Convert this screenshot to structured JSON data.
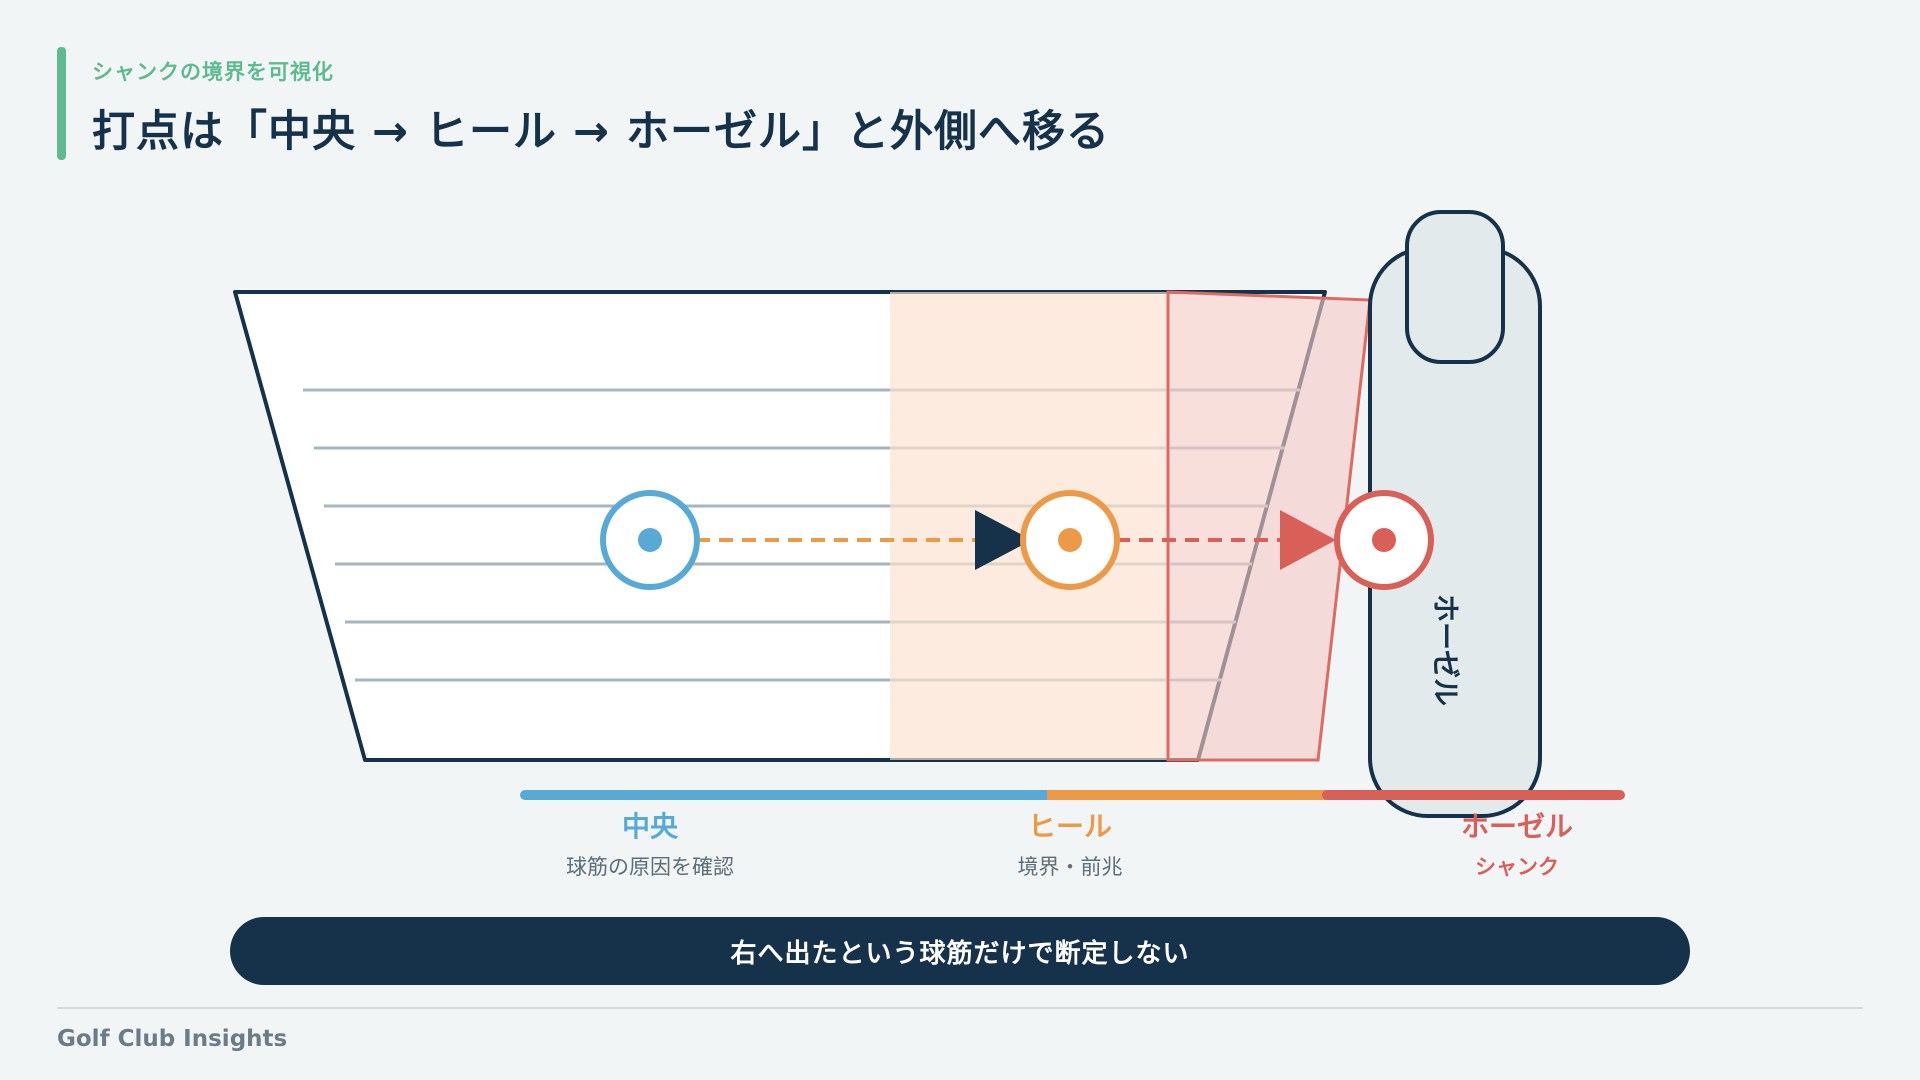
{
  "header": {
    "subtitle": "シャンクの境界を可視化",
    "title": "打点は「中央 → ヒール → ホーゼル」と外側へ移る"
  },
  "diagram": {
    "hosel_label": "ホーゼル",
    "zones": [
      {
        "label": "中央",
        "description": "球筋の原因を確認",
        "color": "#58aad6"
      },
      {
        "label": "ヒール",
        "description": "境界・前兆",
        "color": "#ec9a48"
      },
      {
        "label": "ホーゼル",
        "description": "シャンク",
        "color": "#d95f59"
      }
    ]
  },
  "banner": {
    "text": "右へ出たという球筋だけで断定しない"
  },
  "footer": {
    "brand": "Golf Club Insights"
  },
  "colors": {
    "accent": "#5fbb8f",
    "navy": "#16324a",
    "center": "#58aad6",
    "heel": "#ec9a48",
    "hosel": "#d95f59"
  }
}
